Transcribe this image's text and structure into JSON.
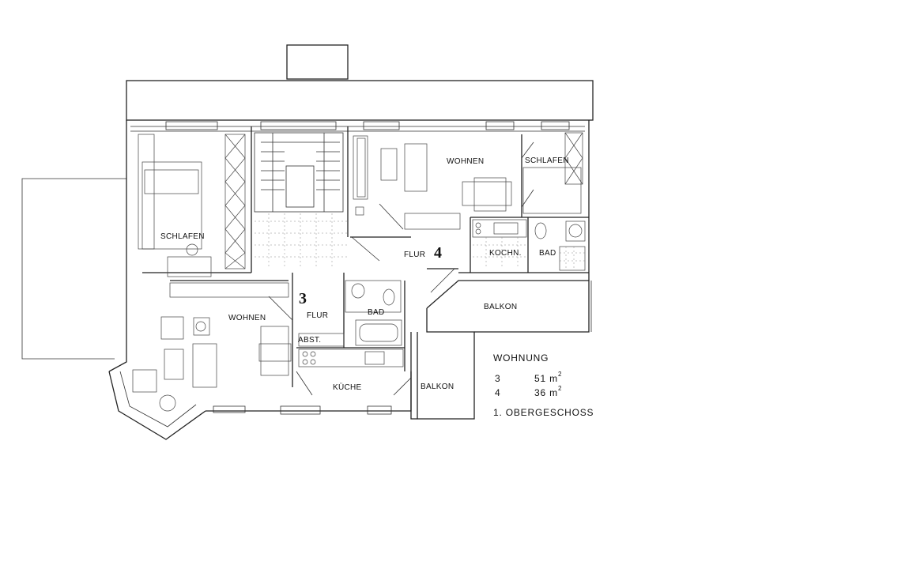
{
  "rooms": {
    "schlafen_3": "SCHLAFEN",
    "wohnen_3": "WOHNEN",
    "flur_3": "FLUR",
    "bad_3": "BAD",
    "abst": "ABST.",
    "kueche": "KÜCHE",
    "balkon_3": "BALKON",
    "wohnen_4": "WOHNEN",
    "schlafen_4": "SCHLAFEN",
    "flur_4": "FLUR",
    "kochn": "KOCHN.",
    "bad_4": "BAD",
    "balkon_4": "BALKON"
  },
  "units": {
    "unit_3": "3",
    "unit_4": "4"
  },
  "legend": {
    "title": "WOHNUNG",
    "rows": [
      {
        "unit": "3",
        "area": "51 m",
        "sup": "2"
      },
      {
        "unit": "4",
        "area": "36 m",
        "sup": "2"
      }
    ],
    "floor": "1. OBERGESCHOSS"
  }
}
